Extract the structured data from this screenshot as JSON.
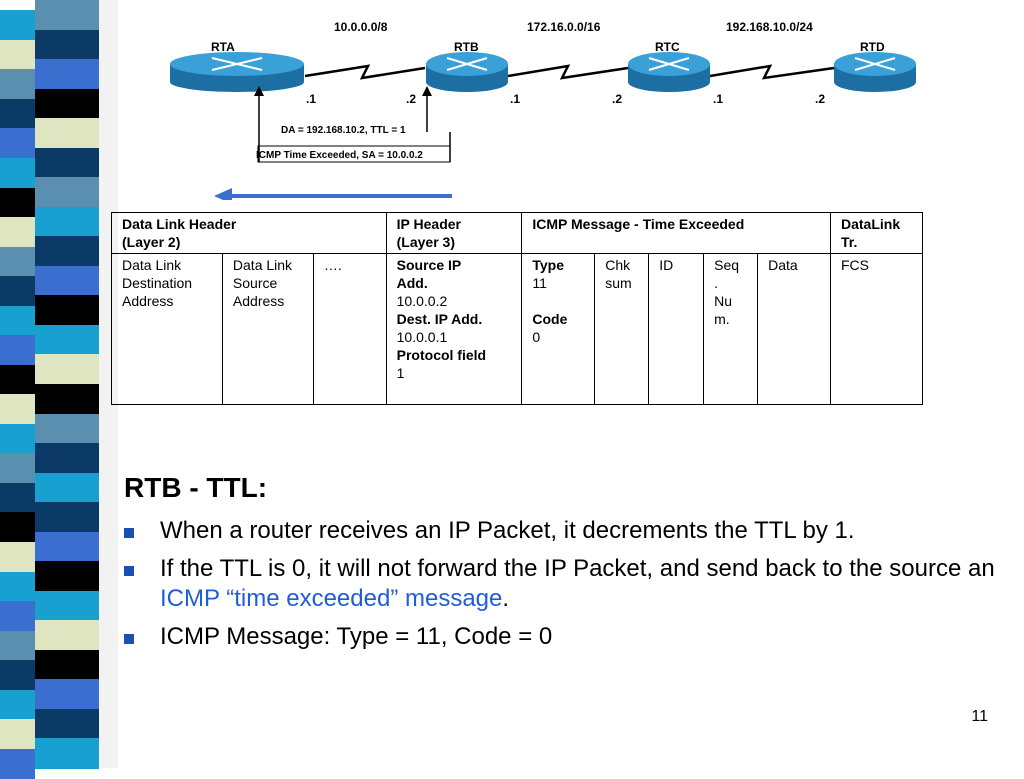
{
  "networks": [
    "10.0.0.0/8",
    "172.16.0.0/16",
    "192.168.10.0/24"
  ],
  "routers": [
    "RTA",
    "RTB",
    "RTC",
    "RTD"
  ],
  "interfaces": [
    ".1",
    ".2",
    ".1",
    ".2",
    ".1",
    ".2"
  ],
  "annotation": {
    "packet": "DA = 192.168.10.2,   TTL = 1",
    "icmp": "ICMP Time Exceeded, SA =  10.0.0.2"
  },
  "table": {
    "headers": {
      "dl_line1": "Data Link Header",
      "dl_line2": "(Layer 2)",
      "ip_line1": "IP Header",
      "ip_line2": "(Layer 3)",
      "icmp": "ICMP Message - Time Exceeded",
      "tr_line1": "DataLink",
      "tr_line2": "Tr."
    },
    "cells": {
      "dl_dest": [
        "Data Link",
        "Destination",
        "Address"
      ],
      "dl_src": [
        "Data Link",
        "Source",
        "Address"
      ],
      "dots": "….",
      "ip_src_label1": "Source IP",
      "ip_src_label2": "Add.",
      "ip_src_value": "10.0.0.2",
      "ip_dst_label": "Dest. IP Add.",
      "ip_dst_value": "10.0.0.1",
      "ip_proto_label": "Protocol field",
      "ip_proto_value": "1",
      "type_label": "Type",
      "type_value": "11",
      "code_label": "Code",
      "code_value": "0",
      "chksum": [
        "Chk",
        "sum"
      ],
      "id": "ID",
      "seq": [
        "Seq",
        ".",
        "Nu",
        "m."
      ],
      "data": "Data",
      "fcs": "FCS"
    }
  },
  "title": "RTB - TTL:",
  "bullets": {
    "b1": "When a router receives an IP Packet, it decrements the TTL by 1.",
    "b2_part1": "If the TTL is 0, it will not forward the IP Packet, and send back to the source an ",
    "b2_highlight": "ICMP “time exceeded” message",
    "b2_part2": ".",
    "b3": "ICMP Message:  Type = 11, Code = 0"
  },
  "page_number": "11",
  "colors": {
    "bullet": "#1a4fb5",
    "highlight": "#1f5ed8",
    "arrow": "#3a6fd0",
    "router": "#2b8fc6"
  }
}
